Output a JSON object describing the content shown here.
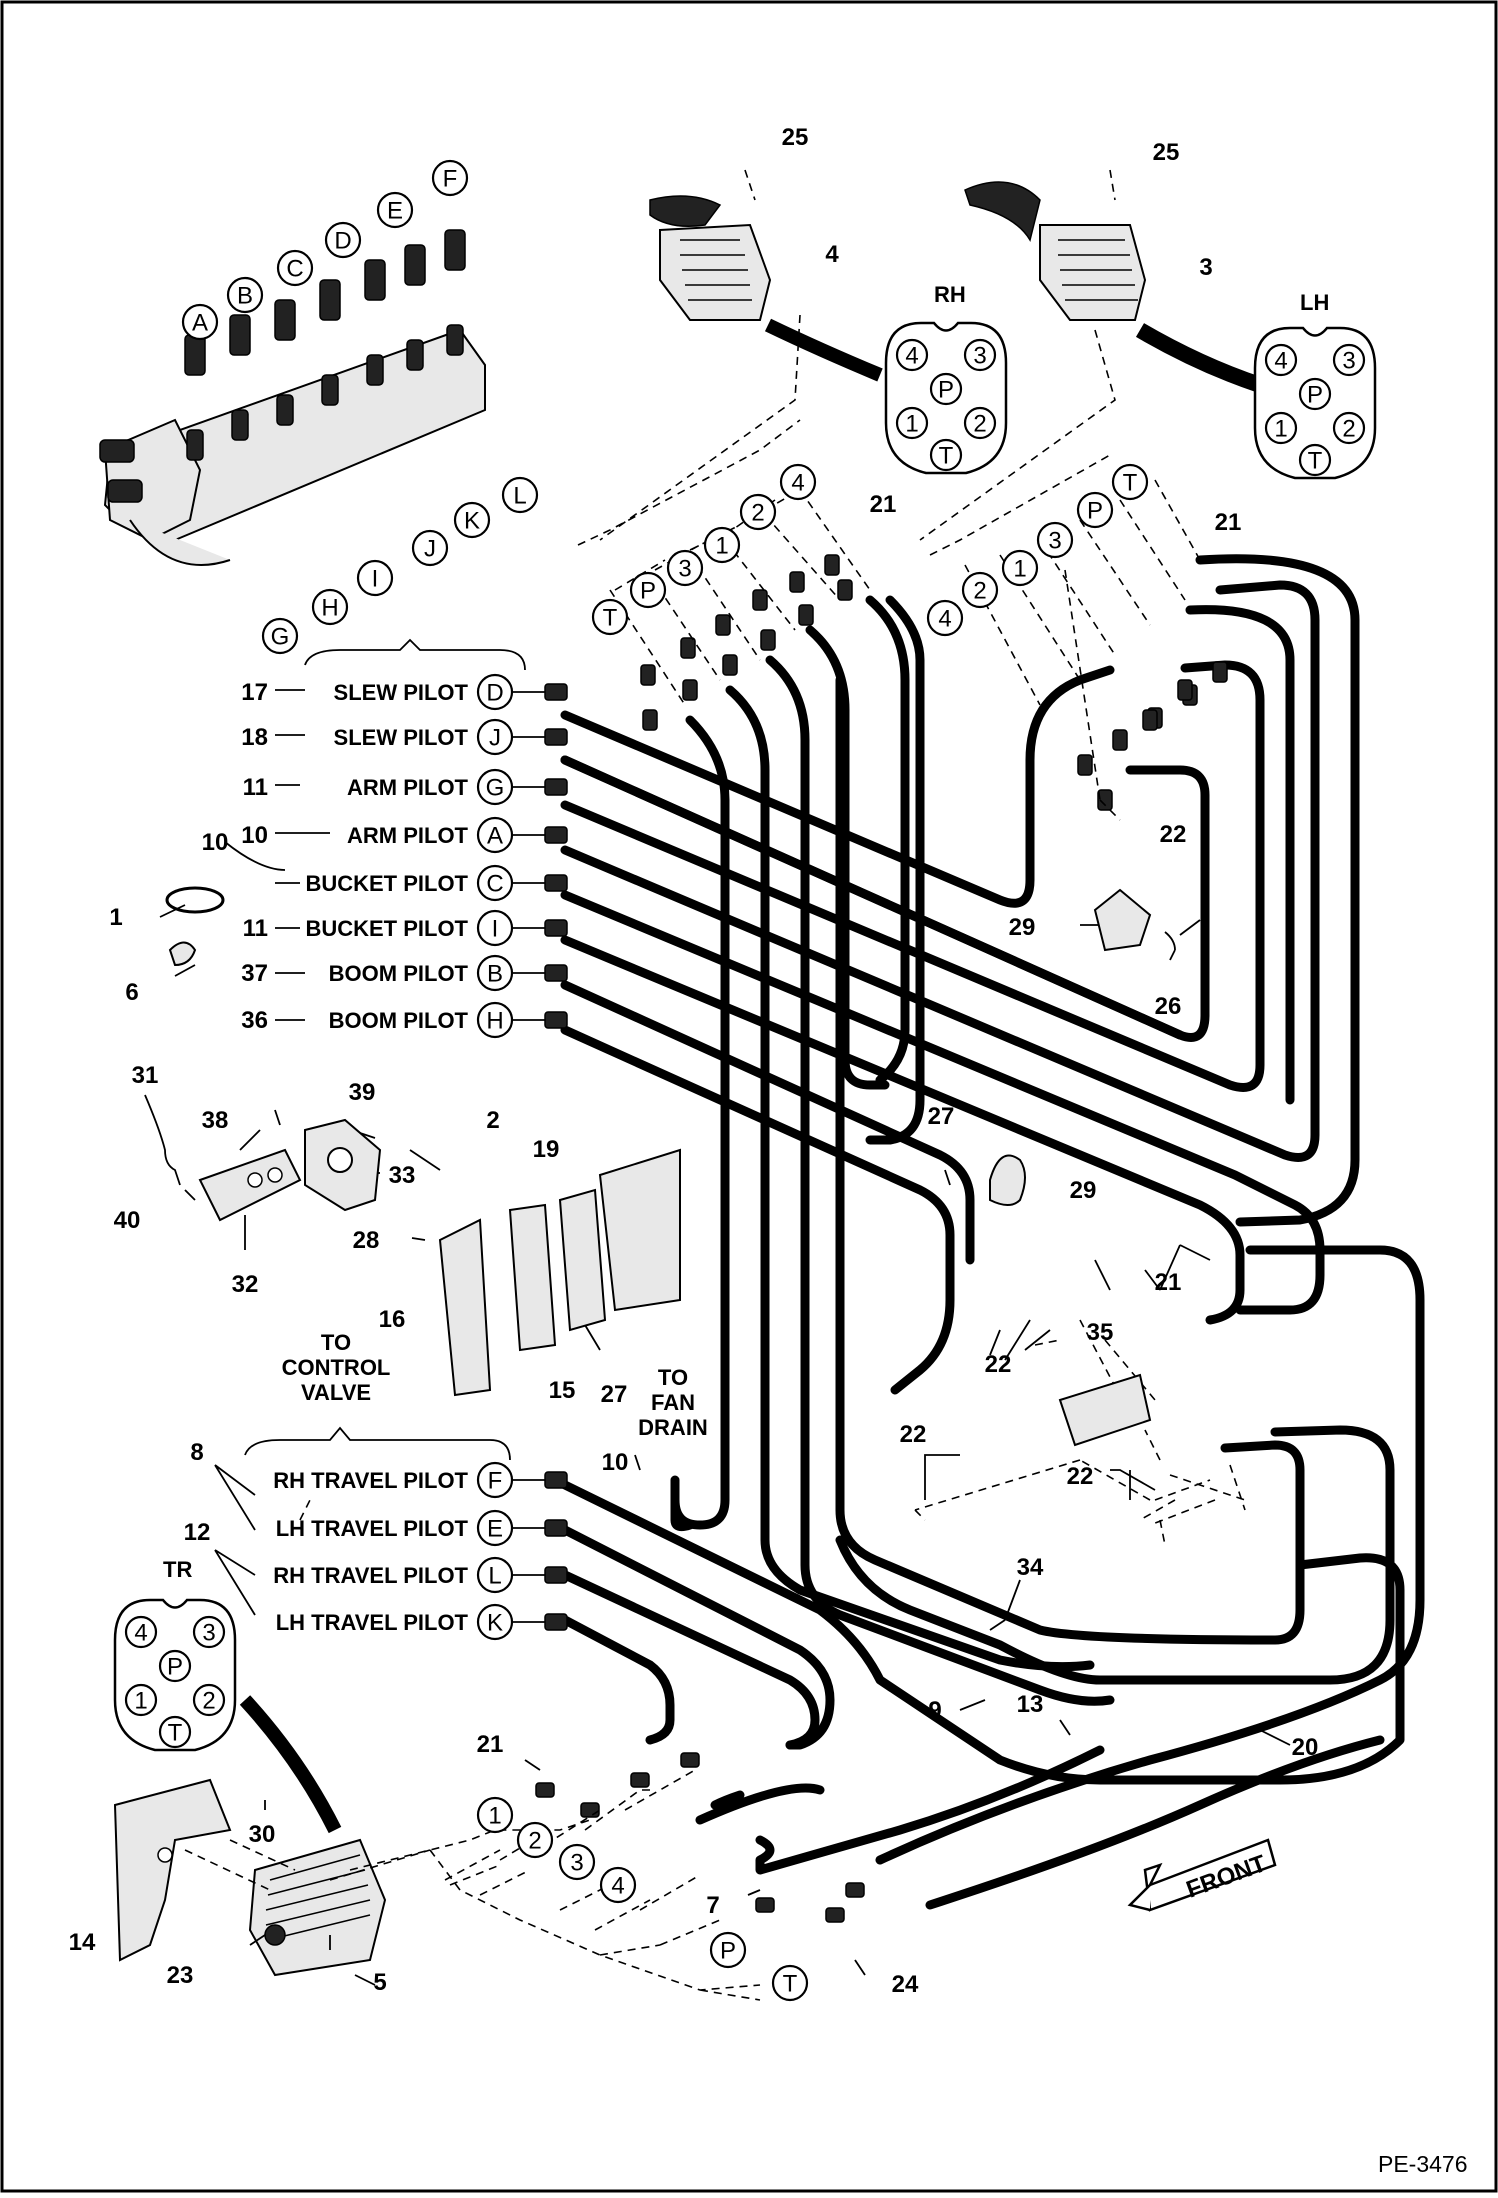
{
  "doc_code": "PE-3476",
  "pattern_labels": {
    "rh": "RH",
    "lh": "LH",
    "tr": "TR"
  },
  "port_pattern": [
    "4",
    "3",
    "P",
    "1",
    "2",
    "T"
  ],
  "pilot_lines": [
    {
      "num": "17",
      "name": "SLEW PILOT",
      "port": "D"
    },
    {
      "num": "18",
      "name": "SLEW PILOT",
      "port": "J"
    },
    {
      "num": "11",
      "name": "ARM PILOT",
      "port": "G"
    },
    {
      "num": "10",
      "name": "ARM PILOT",
      "port": "A"
    },
    {
      "num": "",
      "name": "BUCKET PILOT",
      "port": "C"
    },
    {
      "num": "11",
      "name": "BUCKET PILOT",
      "port": "I"
    },
    {
      "num": "37",
      "name": "BOOM PILOT",
      "port": "B"
    },
    {
      "num": "36",
      "name": "BOOM PILOT",
      "port": "H"
    }
  ],
  "bucket_c_num": "10",
  "travel_lines": [
    {
      "name": "RH TRAVEL PILOT",
      "port": "F"
    },
    {
      "name": "LH TRAVEL PILOT",
      "port": "E"
    },
    {
      "name": "RH TRAVEL PILOT",
      "port": "L"
    },
    {
      "name": "LH TRAVEL PILOT",
      "port": "K"
    }
  ],
  "travel_group_nums": [
    "8",
    "12"
  ],
  "to_control_valve": [
    "TO",
    "CONTROL",
    "VALVE"
  ],
  "to_fan_drain": [
    "TO",
    "FAN",
    "DRAIN"
  ],
  "front_label": "FRONT",
  "valve_ports": [
    "A",
    "B",
    "C",
    "D",
    "E",
    "F",
    "G",
    "H",
    "I",
    "J",
    "K",
    "L"
  ],
  "rh_ports": [
    "T",
    "P",
    "3",
    "1",
    "2",
    "4"
  ],
  "lh_ports": [
    "4",
    "2",
    "1",
    "3",
    "P",
    "T"
  ],
  "tr_ports": [
    "1",
    "2",
    "3",
    "4",
    "P",
    "T"
  ],
  "callouts": {
    "c25a": "25",
    "c25b": "25",
    "c4": "4",
    "c3": "3",
    "c21a": "21",
    "c21b": "21",
    "c22a": "22",
    "c29a": "29",
    "c26": "26",
    "c1": "1",
    "c6": "6",
    "c31": "31",
    "c38": "38",
    "c39": "39",
    "c33": "33",
    "c40": "40",
    "c32": "32",
    "c2": "2",
    "c19": "19",
    "c28": "28",
    "c16": "16",
    "c15": "15",
    "c27a": "27",
    "c27b": "27",
    "c29b": "29",
    "c10b": "10",
    "c21c": "21",
    "c35": "35",
    "c22b": "22",
    "c22c": "22",
    "c22d": "22",
    "c34": "34",
    "c9": "9",
    "c13": "13",
    "c20": "20",
    "c21d": "21",
    "c30": "30",
    "c14": "14",
    "c23": "23",
    "c5": "5",
    "c7": "7",
    "c24": "24"
  }
}
